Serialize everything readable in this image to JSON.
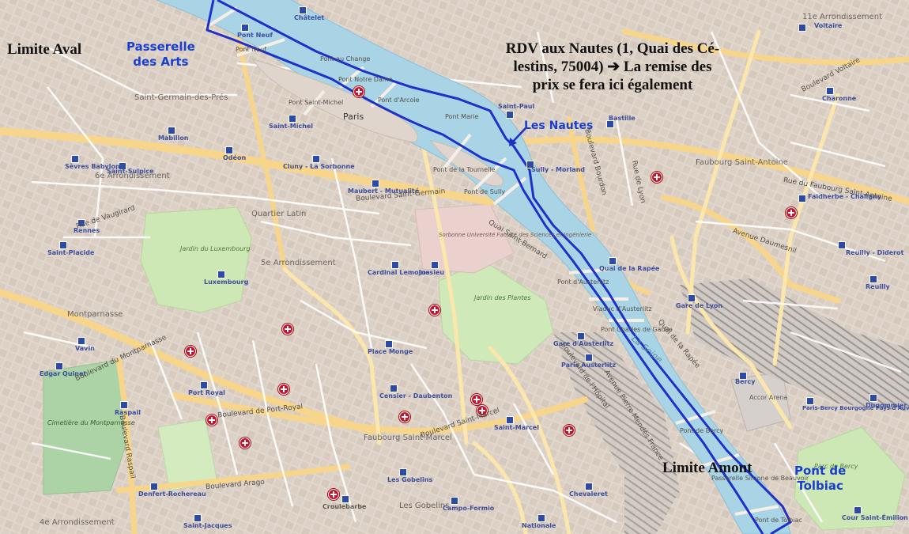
{
  "map": {
    "annotations": {
      "limite_aval": "Limite Aval",
      "passerelle": [
        "Passerelle",
        "des Arts"
      ],
      "rdv": [
        "RDV aux Nautes (1, Quai des Cé-",
        "lestins, 75004) ➔ La remise des",
        "prix se fera ici également"
      ],
      "les_nautes": "Les Nautes",
      "limite_amont": "Limite Amont",
      "pont_tolbiac": [
        "Pont de",
        "Tolbiac"
      ]
    },
    "districts": [
      {
        "name": "Quartier Latin"
      },
      {
        "name": "5e Arrondissement"
      },
      {
        "name": "6e Arrondissement"
      },
      {
        "name": "Faubourg Saint-Antoine"
      },
      {
        "name": "Faubourg Saint-Marcel"
      },
      {
        "name": "Les Gobelins"
      },
      {
        "name": "Montparnasse"
      },
      {
        "name": "Paris"
      },
      {
        "name": "4e Arrondissement"
      },
      {
        "name": "11e Arrondissement"
      },
      {
        "name": "Saint-Germain-des-Prés"
      }
    ],
    "places": [
      {
        "name": "Jardin du Luxembourg"
      },
      {
        "name": "Jardin des Plantes"
      },
      {
        "name": "Cimetière du Montparnasse"
      },
      {
        "name": "Sorbonne Université Faculté des Sciences et Ingénierie"
      },
      {
        "name": "Accor Arena"
      },
      {
        "name": "Parc de Bercy"
      }
    ],
    "stations": [
      {
        "name": "Châtelet"
      },
      {
        "name": "Pont Neuf"
      },
      {
        "name": "Saint-Michel"
      },
      {
        "name": "Cluny - La Sorbonne"
      },
      {
        "name": "Maubert - Mutualité"
      },
      {
        "name": "Cardinal Lemoine"
      },
      {
        "name": "Jussieu"
      },
      {
        "name": "Luxembourg"
      },
      {
        "name": "Odéon"
      },
      {
        "name": "Mabillon"
      },
      {
        "name": "Saint-Sulpice"
      },
      {
        "name": "Sèvres Babylone"
      },
      {
        "name": "Rennes"
      },
      {
        "name": "Saint-Placide"
      },
      {
        "name": "Vavin"
      },
      {
        "name": "Port Royal"
      },
      {
        "name": "Raspail"
      },
      {
        "name": "Place Monge"
      },
      {
        "name": "Censier - Daubenton"
      },
      {
        "name": "Saint-Marcel"
      },
      {
        "name": "Gare d'Austerlitz"
      },
      {
        "name": "Paris Austerlitz"
      },
      {
        "name": "Quai de la Rapée"
      },
      {
        "name": "Gare de Lyon"
      },
      {
        "name": "Bastille"
      },
      {
        "name": "Sully - Morland"
      },
      {
        "name": "Saint-Paul"
      },
      {
        "name": "Voltaire"
      },
      {
        "name": "Charonne"
      },
      {
        "name": "Faidherbe - Chaligny"
      },
      {
        "name": "Reuilly - Diderot"
      },
      {
        "name": "Reuilly"
      },
      {
        "name": "Bercy"
      },
      {
        "name": "Paris-Bercy Bourgogne Pays d'Auvergne"
      },
      {
        "name": "Dugommier"
      },
      {
        "name": "Cour Saint-Émilion"
      },
      {
        "name": "Chevaleret"
      },
      {
        "name": "Nationale"
      },
      {
        "name": "Campo-Formio"
      },
      {
        "name": "Les Gobelins"
      },
      {
        "name": "Croulebarbe"
      },
      {
        "name": "Denfert-Rochereau"
      },
      {
        "name": "Saint-Jacques"
      },
      {
        "name": "Edgar Quinet"
      }
    ],
    "bridges": [
      {
        "name": "Pont Neuf"
      },
      {
        "name": "Pont au Change"
      },
      {
        "name": "Pont Notre Dame"
      },
      {
        "name": "Pont d'Arcole"
      },
      {
        "name": "Pont Saint-Michel"
      },
      {
        "name": "Pont Marie"
      },
      {
        "name": "Pont de la Tournelle"
      },
      {
        "name": "Pont de Sully"
      },
      {
        "name": "Pont d'Austerlitz"
      },
      {
        "name": "Viaduc d'Austerlitz"
      },
      {
        "name": "Pont Charles de Gaulle"
      },
      {
        "name": "Pont de Bercy"
      },
      {
        "name": "Passerelle Simone de Beauvoir"
      },
      {
        "name": "Pont de Tolbiac"
      }
    ],
    "streets": [
      {
        "name": "Boulevard Saint-Germain"
      },
      {
        "name": "Boulevard Saint-Marcel"
      },
      {
        "name": "Boulevard de Port-Royal"
      },
      {
        "name": "Boulevard Arago"
      },
      {
        "name": "Boulevard du Montparnasse"
      },
      {
        "name": "Boulevard Raspail"
      },
      {
        "name": "Rue du Faubourg Saint-Antoine"
      },
      {
        "name": "Boulevard Voltaire"
      },
      {
        "name": "Avenue Daumesnil"
      },
      {
        "name": "Quai de la Rapée"
      },
      {
        "name": "Rue de Vaugirard"
      },
      {
        "name": "Boulevard Bourdon"
      },
      {
        "name": "Quai Saint-Bernard"
      },
      {
        "name": "Boulevard de l'Hôpital"
      },
      {
        "name": "Avenue Pierre Mendès France"
      },
      {
        "name": "Rue de Lyon"
      }
    ],
    "river": "La Seine"
  }
}
